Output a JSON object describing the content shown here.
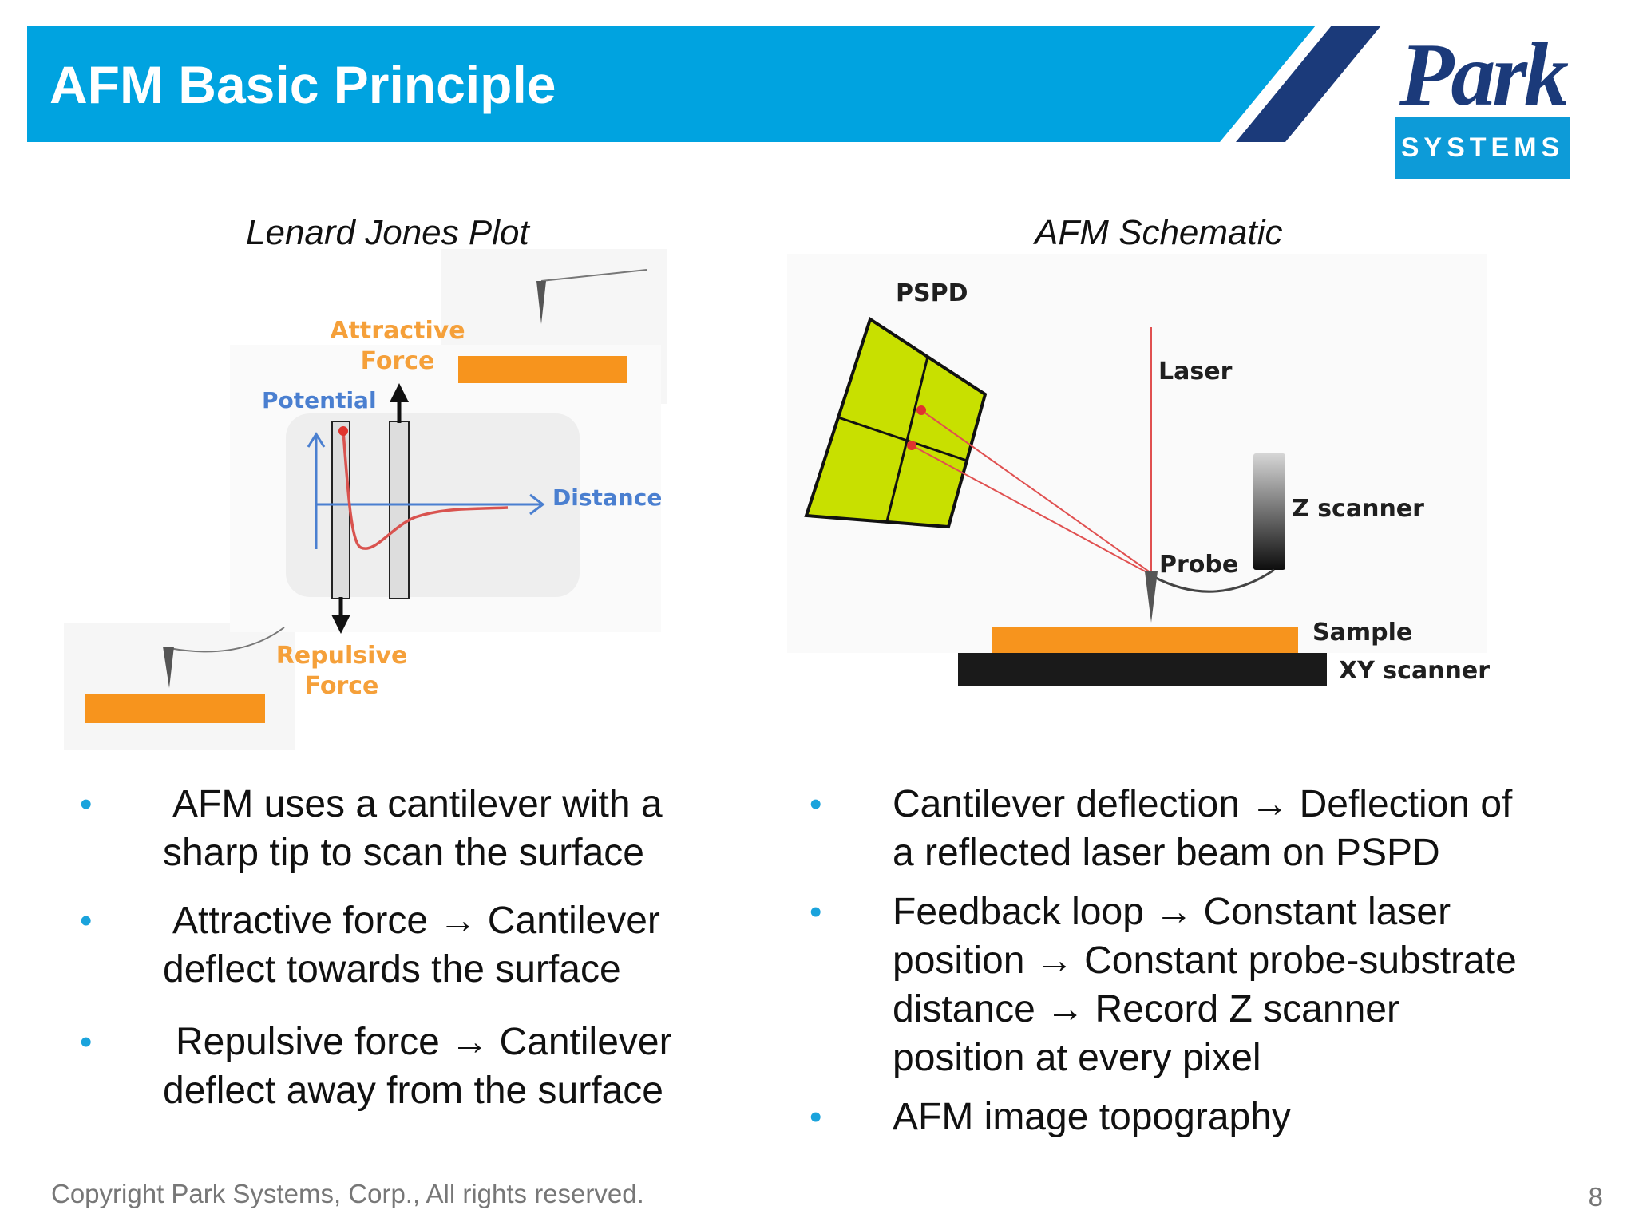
{
  "header": {
    "title": "AFM Basic Principle",
    "colors": {
      "bar": "#00a3e0",
      "stripe": "#1b3a7a"
    }
  },
  "logo": {
    "script_text": "Park",
    "tag_text": "SYSTEMS",
    "colors": {
      "script": "#1b3a7a",
      "tag_bg": "#0d9bd8"
    }
  },
  "lenard_jones_plot": {
    "heading": "Lenard Jones Plot",
    "attractive_label_line1": "Attractive",
    "attractive_label_line2": "Force",
    "repulsive_label_line1": "Repulsive",
    "repulsive_label_line2": "Force",
    "potential_axis_label": "Potential",
    "distance_axis_label": "Distance",
    "colors": {
      "axis": "#4a7fd0",
      "curve": "#d9534f",
      "label": "#f5a03a",
      "sample": "#f7941d"
    }
  },
  "afm_schematic": {
    "heading": "AFM Schematic",
    "pspd_label": "PSPD",
    "laser_label": "Laser",
    "z_scanner_label": "Z scanner",
    "probe_label": "Probe",
    "sample_label": "Sample",
    "xy_scanner_label": "XY scanner",
    "colors": {
      "detector": "#c8e000",
      "laser": "#e05050",
      "sample": "#f7941d",
      "stage": "#1a1a1a"
    }
  },
  "left_bullets": [
    {
      "line1": "AFM uses a cantilever with a",
      "line2": "sharp tip to scan the surface"
    },
    {
      "line1": "Attractive force → Cantilever",
      "line2": "deflect towards the surface"
    },
    {
      "line1": "Repulsive force → Cantilever",
      "line2": "deflect away from the surface"
    }
  ],
  "right_bullets": [
    {
      "line1": "Cantilever deflection → Deflection of",
      "line2": "a reflected laser beam on PSPD"
    },
    {
      "line1": "Feedback loop → Constant laser",
      "line2": "position → Constant probe-substrate",
      "line3": "distance → Record Z scanner",
      "line4": "position at every pixel"
    },
    {
      "line1": "AFM image topography"
    }
  ],
  "bullet_symbol": "•",
  "footer": {
    "copyright": "Copyright Park Systems, Corp., All rights reserved.",
    "page_number": "8"
  }
}
